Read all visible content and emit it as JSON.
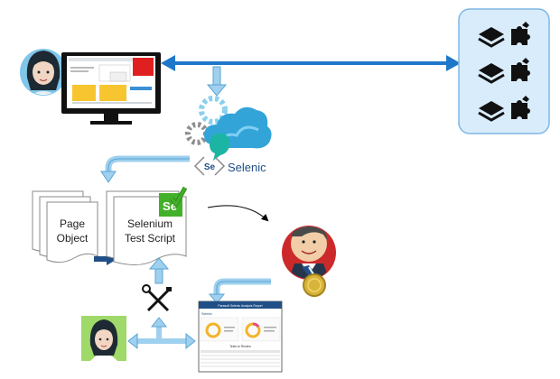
{
  "labels": {
    "page_object_line1": "Page",
    "page_object_line2": "Object",
    "selenium_line1": "Selenium",
    "selenium_line2": "Test Script",
    "selenic_brand": "Selenic",
    "se_badge": "Se",
    "selenic_se": "Se"
  },
  "report": {
    "title": "Parasoft Selenic Analysis Report",
    "logo": "Selenic",
    "section": "Tests to Review"
  },
  "colors": {
    "arrow_blue": "#1f77c9",
    "light_arrow": "#9fd0ee",
    "panel_bg": "#d9ecfb",
    "panel_border": "#7fb6e4",
    "selenium_green": "#43b02a",
    "cloud_blue": "#33a4d8",
    "monitor_black": "#111111"
  },
  "icons": {
    "user_top": "user-avatar-icon",
    "user_bottom": "user-avatar-icon",
    "layers": "stack-layers-icon",
    "puzzle": "puzzle-piece-icon",
    "tools": "wrench-screwdriver-icon",
    "jenkins": "jenkins-butler-icon"
  }
}
